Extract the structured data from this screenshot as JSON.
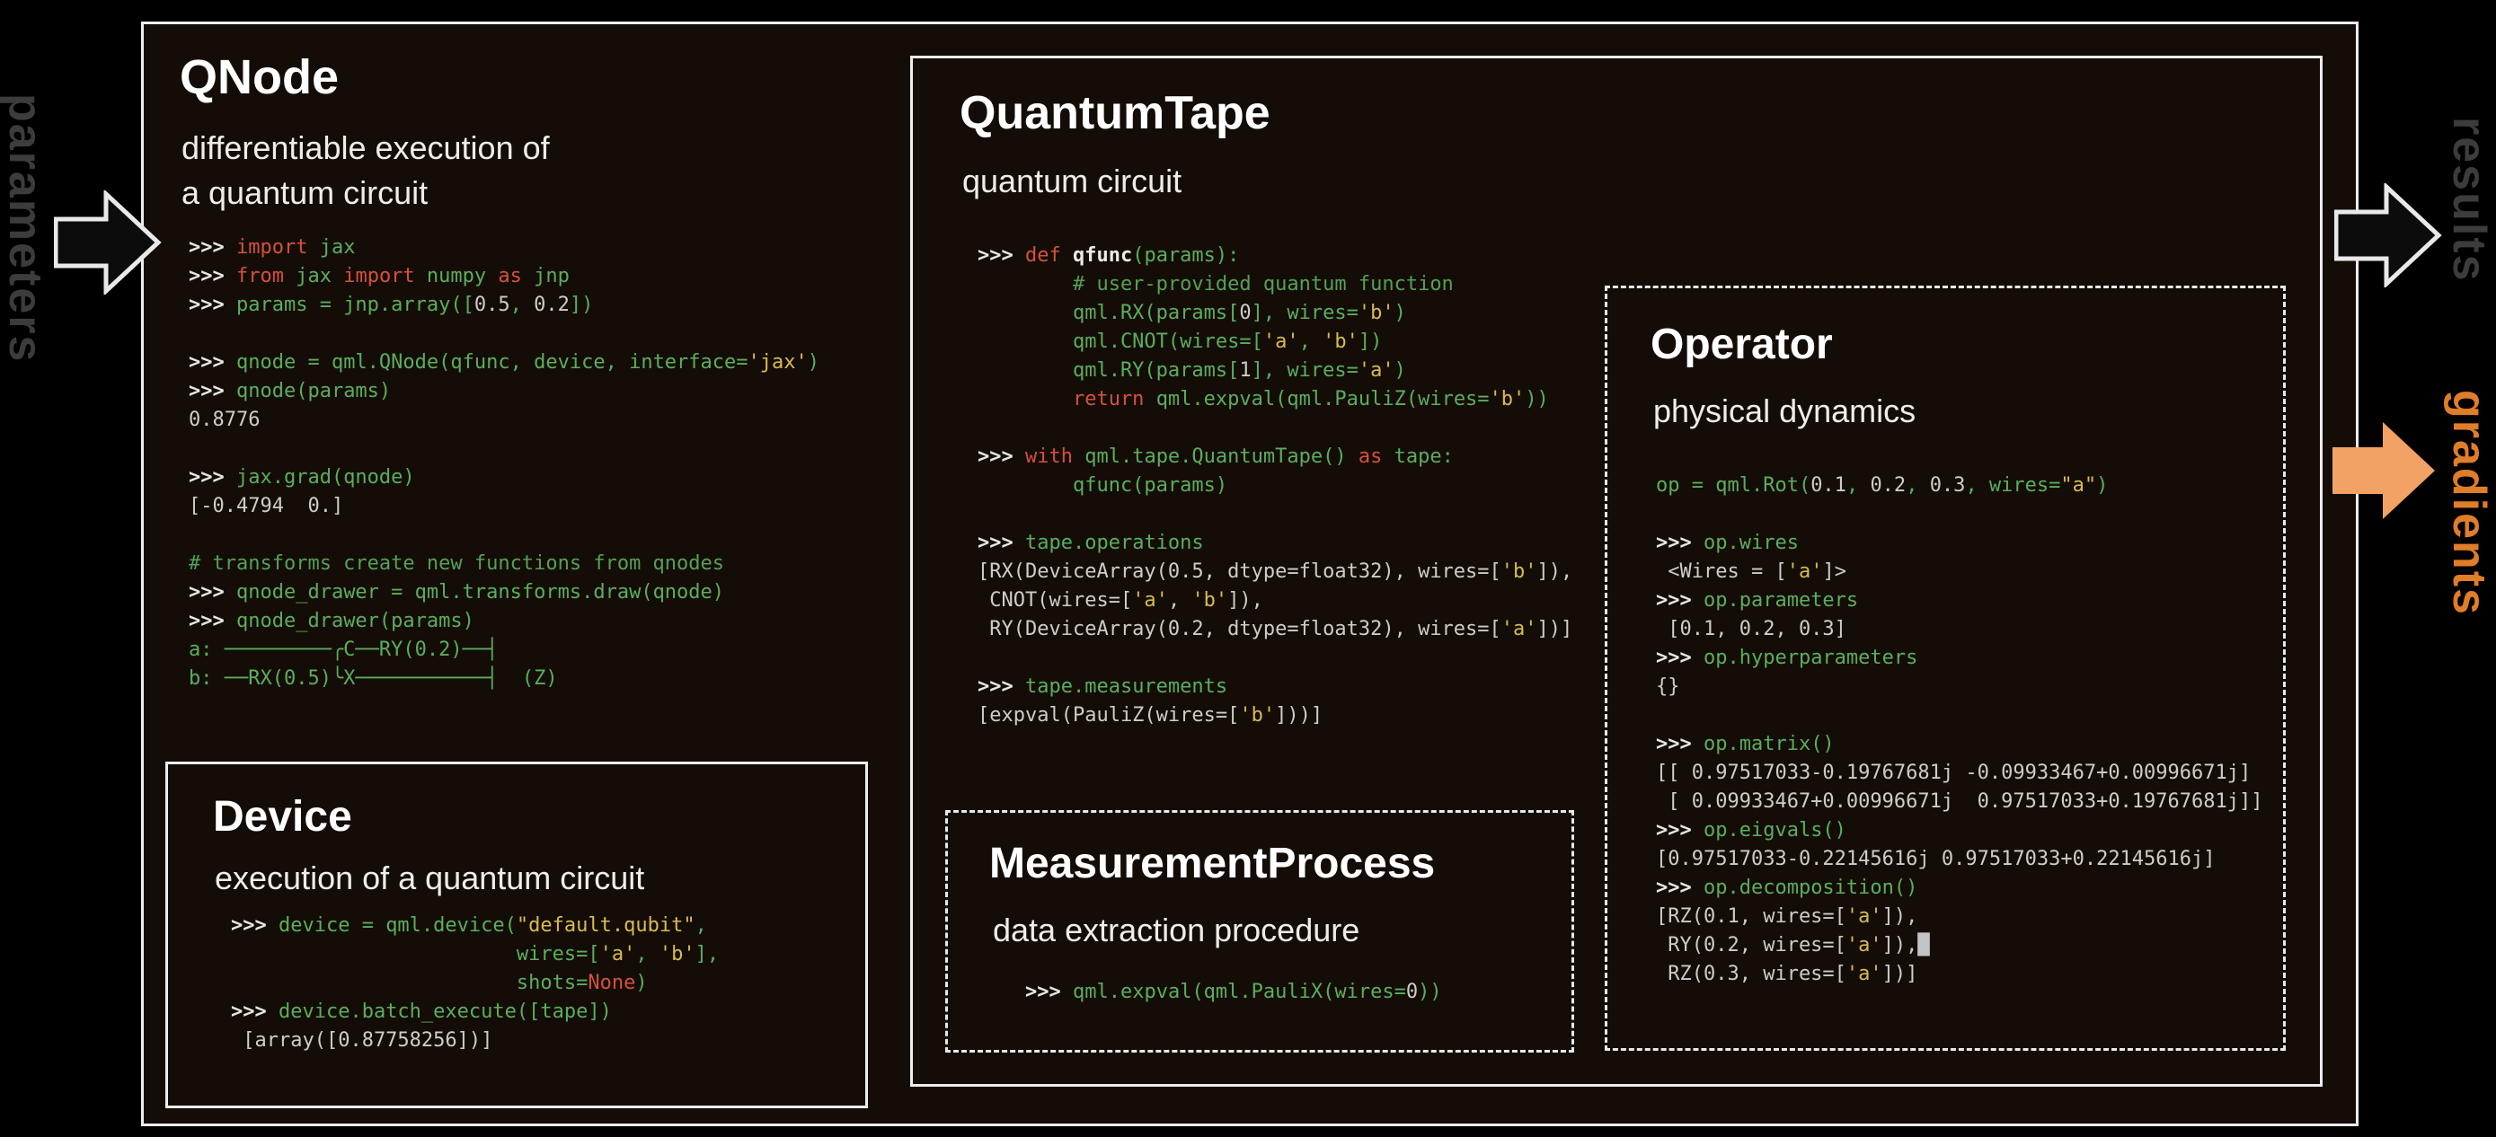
{
  "colors": {
    "page_bg": "#000000",
    "panel_bg": "#140d07",
    "border_white": "#ededed",
    "arrow_dark_fill": "#0c0c0c",
    "arrow_dark_stroke": "#e9e9e9",
    "arrow_orange_fill": "#f2a265",
    "label_gray": "#3c3c3c",
    "label_orange": "#df7e28",
    "code_green": "#5cad5c",
    "code_red": "#d6503c",
    "code_yellow": "#d9bb4e",
    "code_white": "#cfccc6"
  },
  "flow": {
    "parameters_label": "parameters",
    "results_label": "results",
    "gradients_label": "gradients"
  },
  "qnode": {
    "title": "QNode",
    "subtitle_line1": "differentiable execution of",
    "subtitle_line2": "a quantum circuit",
    "code": [
      [
        [
          "p",
          ">>> "
        ],
        [
          "k",
          "import"
        ],
        [
          "g",
          " jax"
        ]
      ],
      [
        [
          "p",
          ">>> "
        ],
        [
          "k",
          "from"
        ],
        [
          "g",
          " jax "
        ],
        [
          "k",
          "import"
        ],
        [
          "g",
          " numpy "
        ],
        [
          "k",
          "as"
        ],
        [
          "g",
          " jnp"
        ]
      ],
      [
        [
          "p",
          ">>> "
        ],
        [
          "g",
          "params = jnp.array(["
        ],
        [
          "w",
          "0.5"
        ],
        [
          "g",
          ", "
        ],
        [
          "w",
          "0.2"
        ],
        [
          "g",
          "])"
        ]
      ],
      [],
      [
        [
          "p",
          ">>> "
        ],
        [
          "g",
          "qnode = qml.QNode(qfunc, device, interface="
        ],
        [
          "s",
          "'jax'"
        ],
        [
          "g",
          ")"
        ]
      ],
      [
        [
          "p",
          ">>> "
        ],
        [
          "g",
          "qnode(params)"
        ]
      ],
      [
        [
          "w",
          "0.8776"
        ]
      ],
      [],
      [
        [
          "p",
          ">>> "
        ],
        [
          "g",
          "jax.grad(qnode)"
        ]
      ],
      [
        [
          "w",
          "[-0.4794  0.]"
        ]
      ],
      [],
      [
        [
          "c",
          "# transforms create new functions from qnodes"
        ]
      ],
      [
        [
          "p",
          ">>> "
        ],
        [
          "g",
          "qnode_drawer = qml.transforms.draw(qnode)"
        ]
      ],
      [
        [
          "p",
          ">>> "
        ],
        [
          "g",
          "qnode_drawer(params)"
        ]
      ],
      [
        [
          "g",
          "a: ─────────╭C──RY(0.2)──┤"
        ]
      ],
      [
        [
          "g",
          "b: ──RX(0.5)╰X───────────┤  (Z)"
        ]
      ]
    ]
  },
  "device": {
    "title": "Device",
    "subtitle": "execution of a quantum circuit",
    "code": [
      [
        [
          "p",
          ">>> "
        ],
        [
          "g",
          "device = qml.device("
        ],
        [
          "s",
          "\"default.qubit\""
        ],
        [
          "g",
          ","
        ]
      ],
      [
        [
          "g",
          "                        wires=["
        ],
        [
          "s",
          "'a'"
        ],
        [
          "g",
          ", "
        ],
        [
          "s",
          "'b'"
        ],
        [
          "g",
          "],"
        ]
      ],
      [
        [
          "g",
          "                        shots="
        ],
        [
          "k",
          "None"
        ],
        [
          "g",
          ")"
        ]
      ],
      [
        [
          "p",
          ">>> "
        ],
        [
          "g",
          "device.batch_execute([tape])"
        ]
      ],
      [
        [
          "w",
          " [array([0.87758256])]"
        ]
      ]
    ]
  },
  "quantumtape": {
    "title": "QuantumTape",
    "subtitle": "quantum circuit",
    "code": [
      [
        [
          "p",
          ">>> "
        ],
        [
          "k",
          "def "
        ],
        [
          "f",
          "qfunc"
        ],
        [
          "g",
          "(params):"
        ]
      ],
      [
        [
          "c",
          "        # user-provided quantum function"
        ]
      ],
      [
        [
          "g",
          "        qml.RX(params["
        ],
        [
          "w",
          "0"
        ],
        [
          "g",
          "], wires="
        ],
        [
          "s",
          "'b'"
        ],
        [
          "g",
          ")"
        ]
      ],
      [
        [
          "g",
          "        qml.CNOT(wires=["
        ],
        [
          "s",
          "'a'"
        ],
        [
          "g",
          ", "
        ],
        [
          "s",
          "'b'"
        ],
        [
          "g",
          "])"
        ]
      ],
      [
        [
          "g",
          "        qml.RY(params["
        ],
        [
          "w",
          "1"
        ],
        [
          "g",
          "], wires="
        ],
        [
          "s",
          "'a'"
        ],
        [
          "g",
          ")"
        ]
      ],
      [
        [
          "k",
          "        return "
        ],
        [
          "g",
          "qml.expval(qml.PauliZ(wires="
        ],
        [
          "s",
          "'b'"
        ],
        [
          "g",
          "))"
        ]
      ],
      [],
      [
        [
          "p",
          ">>> "
        ],
        [
          "k",
          "with "
        ],
        [
          "g",
          "qml.tape.QuantumTape() "
        ],
        [
          "k",
          "as "
        ],
        [
          "g",
          "tape:"
        ]
      ],
      [
        [
          "g",
          "        qfunc(params)"
        ]
      ],
      [],
      [
        [
          "p",
          ">>> "
        ],
        [
          "g",
          "tape.operations"
        ]
      ],
      [
        [
          "w",
          "[RX(DeviceArray(0.5, dtype=float32), wires=["
        ],
        [
          "s",
          "'b'"
        ],
        [
          "w",
          "]),"
        ]
      ],
      [
        [
          "w",
          " CNOT(wires=["
        ],
        [
          "s",
          "'a'"
        ],
        [
          "w",
          ", "
        ],
        [
          "s",
          "'b'"
        ],
        [
          "w",
          "]),"
        ]
      ],
      [
        [
          "w",
          " RY(DeviceArray(0.2, dtype=float32), wires=["
        ],
        [
          "s",
          "'a'"
        ],
        [
          "w",
          "])]"
        ]
      ],
      [],
      [
        [
          "p",
          ">>> "
        ],
        [
          "g",
          "tape.measurements"
        ]
      ],
      [
        [
          "w",
          "[expval(PauliZ(wires=["
        ],
        [
          "s",
          "'b'"
        ],
        [
          "w",
          "]))]"
        ]
      ]
    ]
  },
  "measurementprocess": {
    "title": "MeasurementProcess",
    "subtitle": "data extraction procedure",
    "code": [
      [
        [
          "p",
          ">>> "
        ],
        [
          "g",
          "qml.expval(qml.PauliX(wires="
        ],
        [
          "w",
          "0"
        ],
        [
          "g",
          "))"
        ]
      ]
    ]
  },
  "operator": {
    "title": "Operator",
    "subtitle": "physical dynamics",
    "code": [
      [
        [
          "g",
          "op = qml.Rot("
        ],
        [
          "w",
          "0.1"
        ],
        [
          "g",
          ", "
        ],
        [
          "w",
          "0.2"
        ],
        [
          "g",
          ", "
        ],
        [
          "w",
          "0.3"
        ],
        [
          "g",
          ", wires="
        ],
        [
          "s",
          "\"a\""
        ],
        [
          "g",
          ")"
        ]
      ],
      [],
      [
        [
          "p",
          ">>> "
        ],
        [
          "g",
          "op.wires"
        ]
      ],
      [
        [
          "w",
          " <Wires = ["
        ],
        [
          "s",
          "'a'"
        ],
        [
          "w",
          "]>"
        ]
      ],
      [
        [
          "p",
          ">>> "
        ],
        [
          "g",
          "op.parameters"
        ]
      ],
      [
        [
          "w",
          " [0.1, 0.2, 0.3]"
        ]
      ],
      [
        [
          "p",
          ">>> "
        ],
        [
          "g",
          "op.hyperparameters"
        ]
      ],
      [
        [
          "w",
          "{}"
        ]
      ],
      [],
      [
        [
          "p",
          ">>> "
        ],
        [
          "g",
          "op.matrix()"
        ]
      ],
      [
        [
          "w",
          "[[ 0.97517033-0.19767681j -0.09933467+0.00996671j]"
        ]
      ],
      [
        [
          "w",
          " [ 0.09933467+0.00996671j  0.97517033+0.19767681j]]"
        ]
      ],
      [
        [
          "p",
          ">>> "
        ],
        [
          "g",
          "op.eigvals()"
        ]
      ],
      [
        [
          "w",
          "[0.97517033-0.22145616j 0.97517033+0.22145616j]"
        ]
      ],
      [
        [
          "p",
          ">>> "
        ],
        [
          "g",
          "op.decomposition()"
        ]
      ],
      [
        [
          "w",
          "[RZ(0.1, wires=["
        ],
        [
          "s",
          "'a'"
        ],
        [
          "w",
          "]),"
        ]
      ],
      [
        [
          "w",
          " RY(0.2, wires=["
        ],
        [
          "s",
          "'a'"
        ],
        [
          "w",
          "]),"
        ],
        [
          "cur",
          "█"
        ]
      ],
      [
        [
          "w",
          " RZ(0.3, wires=["
        ],
        [
          "s",
          "'a'"
        ],
        [
          "w",
          "])]"
        ]
      ]
    ]
  }
}
